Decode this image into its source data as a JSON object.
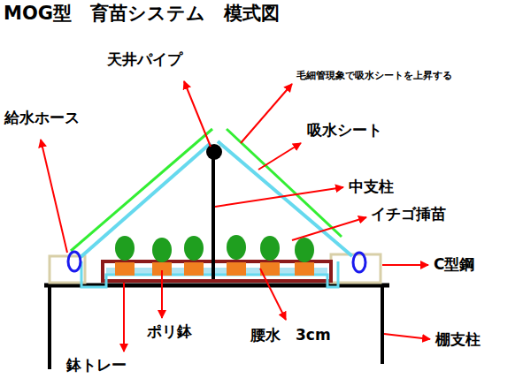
{
  "diagram": {
    "title": "MOG型　育苗システム　模式図",
    "labels": [
      "天井パイプ",
      "毛細管現象で吸水シートを上昇する",
      "給水ホース",
      "吸水シート",
      "中支柱",
      "イチゴ挿苗",
      "C型鋼",
      "ポリ鉢",
      "腰水　3cm",
      "棚支柱",
      "鉢トレー"
    ]
  }
}
